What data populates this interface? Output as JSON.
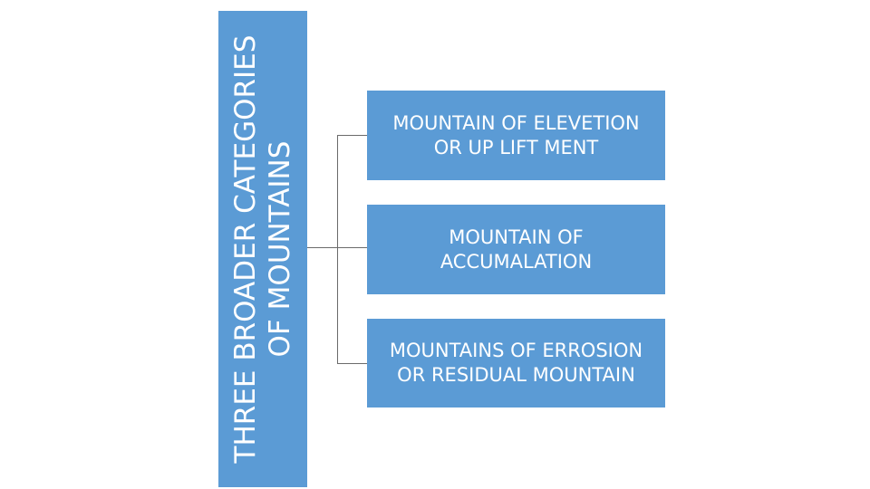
{
  "colors": {
    "box_fill": "#5b9bd5",
    "text": "#ffffff",
    "connector": "#6b6b6b"
  },
  "root": {
    "line1": "THREE BROADER CATEGORIES",
    "line2": "OF MOUNTAINS"
  },
  "children": [
    {
      "line1": "MOUNTAIN OF ELEVETION",
      "line2": "OR UP LIFT MENT"
    },
    {
      "line1": "MOUNTAIN OF",
      "line2": "ACCUMALATION"
    },
    {
      "line1": "MOUNTAINS OF ERROSION",
      "line2": "OR RESIDUAL MOUNTAIN"
    }
  ]
}
